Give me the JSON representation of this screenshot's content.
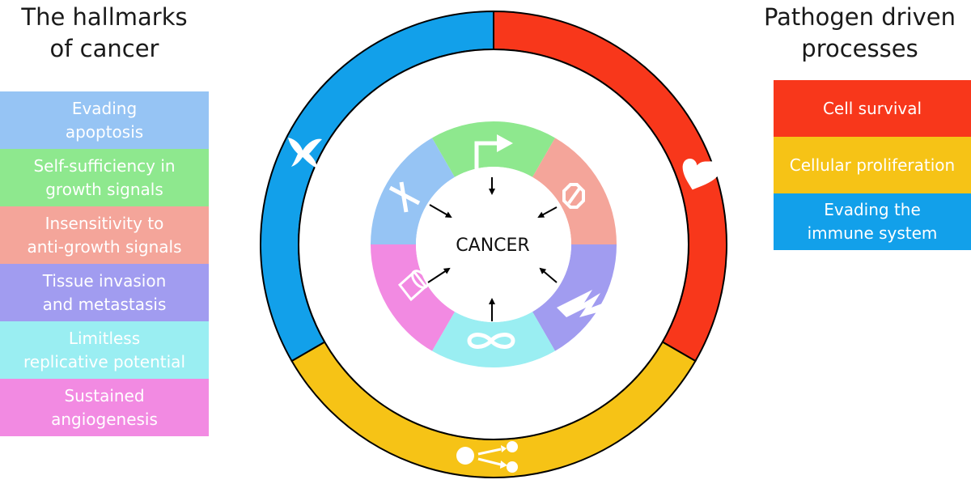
{
  "left_heading": [
    "The hallmarks",
    "of cancer"
  ],
  "right_heading": [
    "Pathogen driven",
    "processes"
  ],
  "center_label": "CANCER",
  "hallmarks": [
    {
      "lines": [
        "Evading",
        "apoptosis"
      ],
      "color": "#96c4f4",
      "icon": "cross-icon"
    },
    {
      "lines": [
        "Self-sufficiency in",
        "growth signals"
      ],
      "color": "#8ee88e",
      "icon": "arrow-signal-icon"
    },
    {
      "lines": [
        "Insensitivity to",
        "anti-growth signals"
      ],
      "color": "#f4a59a",
      "icon": "stop-sign-icon"
    },
    {
      "lines": [
        "Tissue invasion",
        "and metastasis"
      ],
      "color": "#a19cf0",
      "icon": "jagged-invasion-icon"
    },
    {
      "lines": [
        "Limitless",
        "replicative potential"
      ],
      "color": "#9aeef2",
      "icon": "infinity-icon"
    },
    {
      "lines": [
        "Sustained",
        "angiogenesis"
      ],
      "color": "#f28ae2",
      "icon": "blood-vessel-icon"
    }
  ],
  "pathogen_processes": [
    {
      "lines": [
        "Cell survival"
      ],
      "color": "#f8371b",
      "icon": "heart-icon"
    },
    {
      "lines": [
        "Cellular proliferation"
      ],
      "color": "#f6c316",
      "icon": "cell-division-icon"
    },
    {
      "lines": [
        "Evading the",
        "immune system"
      ],
      "color": "#12a0ea",
      "icon": "dove-icon"
    }
  ]
}
